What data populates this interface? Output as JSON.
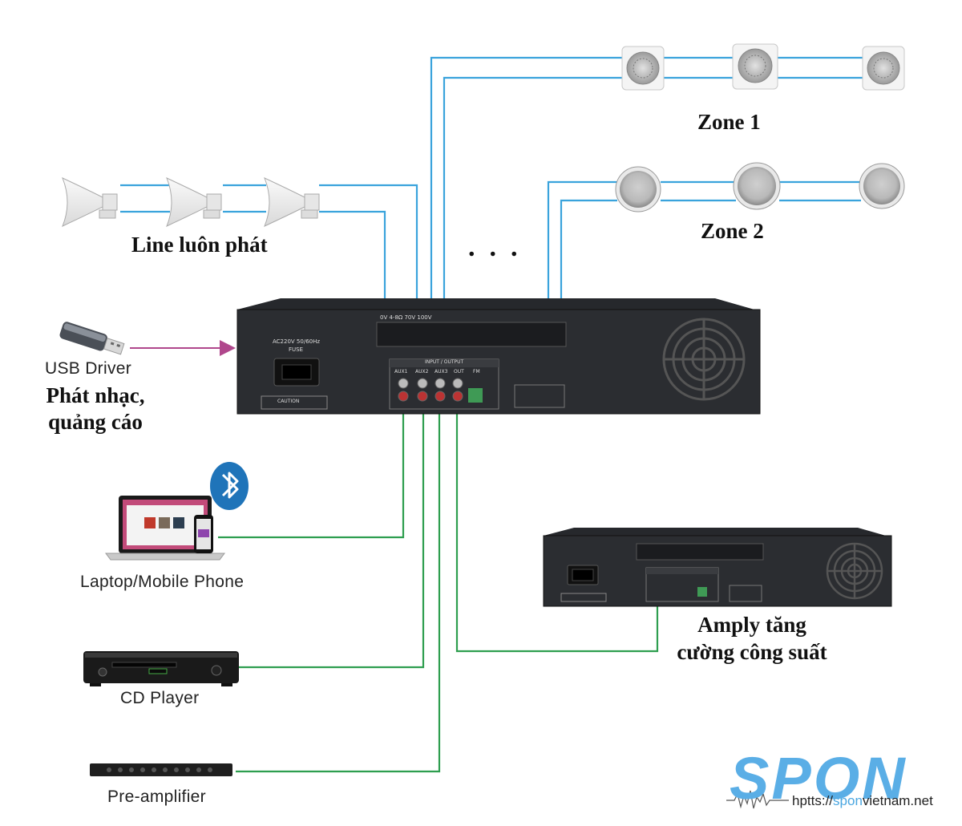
{
  "labels": {
    "zone1": "Zone 1",
    "zone2": "Zone 2",
    "line_always": "Line luôn phát",
    "usb_driver": "USB Driver",
    "play_music_1": "Phát nhạc,",
    "play_music_2": "quảng cáo",
    "laptop": "Laptop/Mobile Phone",
    "cd_player": "CD Player",
    "pre_amplifier": "Pre-amplifier",
    "booster_1": "Amply tăng",
    "booster_2": "cường công suất",
    "ellipsis": "..."
  },
  "device_panel": {
    "power_rating": "AC220V 50/60Hz",
    "fuse": "FUSE",
    "io_header": "INPUT / OUTPUT",
    "terminals": "0V 4-8Ω 70V 100V",
    "aux1": "AUX1",
    "aux2": "AUX2",
    "aux3": "AUX3",
    "out": "OUT",
    "fm": "FM",
    "caution": "CAUTION"
  },
  "branding": {
    "logo": "SPON",
    "url_prefix": "hptts://",
    "url_brand": "spon",
    "url_suffix": "vietnam.net"
  },
  "colors": {
    "speaker_wire": "#3aa3dc",
    "audio_wire": "#2e9e4f",
    "usb_arrow": "#b0478c",
    "device_body": "#26282c",
    "logo": "#5aaee6"
  },
  "icons": {
    "usb": "usb-drive-icon",
    "bluetooth": "bluetooth-icon",
    "horn": "horn-speaker-icon",
    "wall_speaker": "wall-speaker-icon",
    "ceiling_speaker": "ceiling-speaker-icon"
  }
}
